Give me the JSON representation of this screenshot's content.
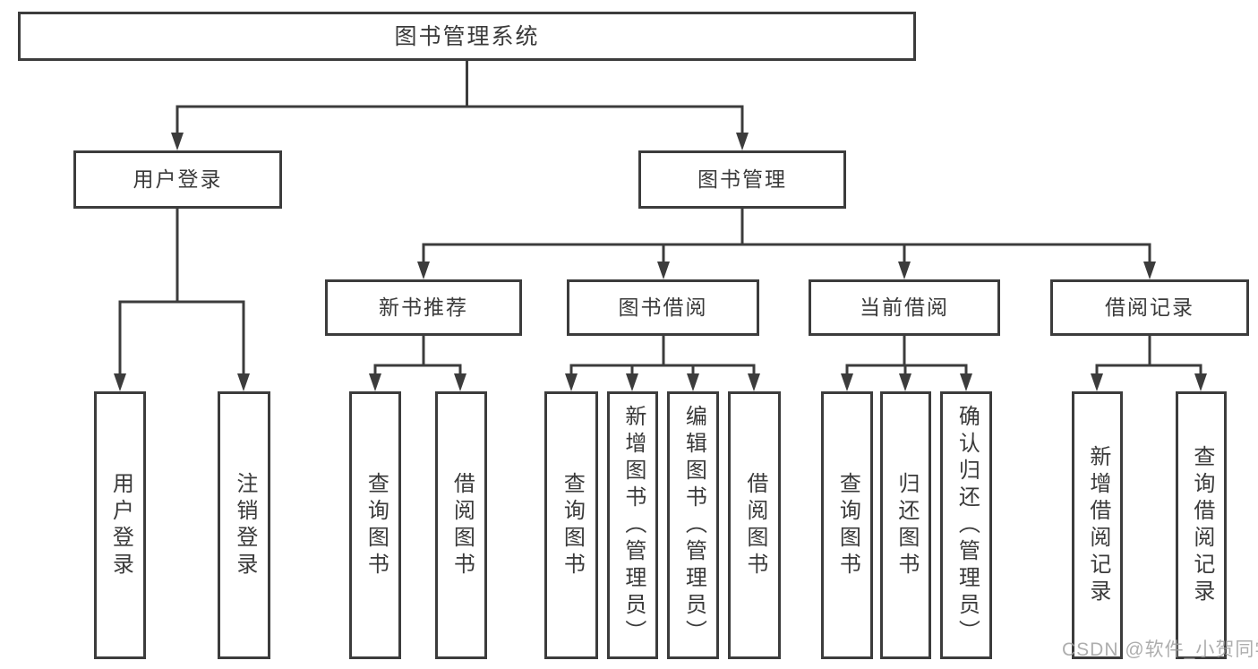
{
  "tree": {
    "label": "图书管理系统",
    "children": [
      {
        "label": "用户登录",
        "children": [
          {
            "label": "用户登录"
          },
          {
            "label": "注销登录"
          }
        ]
      },
      {
        "label": "图书管理",
        "children": [
          {
            "label": "新书推荐",
            "children": [
              {
                "label": "查询图书"
              },
              {
                "label": "借阅图书"
              }
            ]
          },
          {
            "label": "图书借阅",
            "children": [
              {
                "label": "查询图书"
              },
              {
                "label": "新增图书（管理员）"
              },
              {
                "label": "编辑图书（管理员）"
              },
              {
                "label": "借阅图书"
              }
            ]
          },
          {
            "label": "当前借阅",
            "children": [
              {
                "label": "查询图书"
              },
              {
                "label": "归还图书"
              },
              {
                "label": "确认归还（管理员）"
              }
            ]
          },
          {
            "label": "借阅记录",
            "children": [
              {
                "label": "新增借阅记录"
              },
              {
                "label": "查询借阅记录"
              }
            ]
          }
        ]
      }
    ]
  },
  "watermark": "CSDN @软件_小贺同学",
  "colors": {
    "line": "#3c3c3c",
    "text": "#3a3a3a",
    "watermark": "#a0a0a0",
    "background": "#ffffff"
  }
}
